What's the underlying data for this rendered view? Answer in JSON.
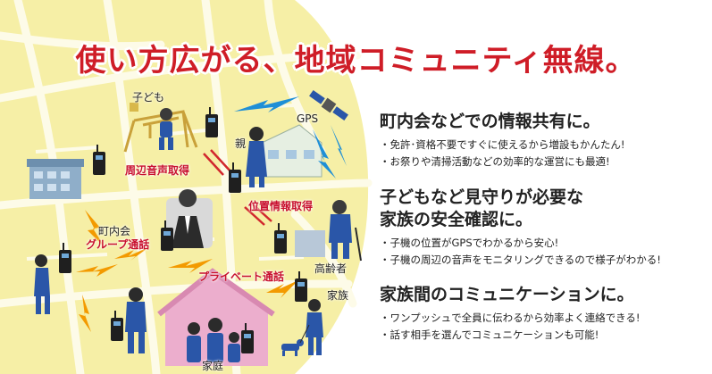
{
  "title": "使い方広がる、地域コミュニティ無線。",
  "map_labels": {
    "child": "子ども",
    "gps": "GPS",
    "parent": "親",
    "ambient_audio": "周辺音声取得",
    "location_info": "位置情報取得",
    "neighborhood_assoc": "町内会",
    "group_call": "グループ通話",
    "elderly": "高齢者",
    "private_call": "プライベート通話",
    "family": "家族",
    "household": "家庭"
  },
  "sections": [
    {
      "heading": "町内会などでの情報共有に。",
      "bullets": [
        "免許･資格不要ですぐに使えるから増設もかんたん!",
        "お祭りや清掃活動などの効率的な運営にも最適!"
      ]
    },
    {
      "heading_line1": "子どもなど見守りが必要な",
      "heading_line2": "家族の安全確認に。",
      "bullets": [
        "子機の位置がGPSでわかるから安心!",
        "子機の周辺の音声をモニタリングできるので様子がわかる!"
      ]
    },
    {
      "heading": "家族間のコミュニケーションに。",
      "bullets": [
        "ワンプッシュで全員に伝わるから効率よく連絡できる!",
        "話す相手を選んでコミュニケーションも可能!"
      ]
    }
  ],
  "colors": {
    "title_red": "#cf1d27",
    "map_yellow": "#f7f0a8",
    "road": "#fdfae6",
    "lightning_blue": "#1f8fd6",
    "lightning_orange": "#f39a00",
    "person_blue": "#2a56a8",
    "house_pink": "#e9a8c8"
  }
}
